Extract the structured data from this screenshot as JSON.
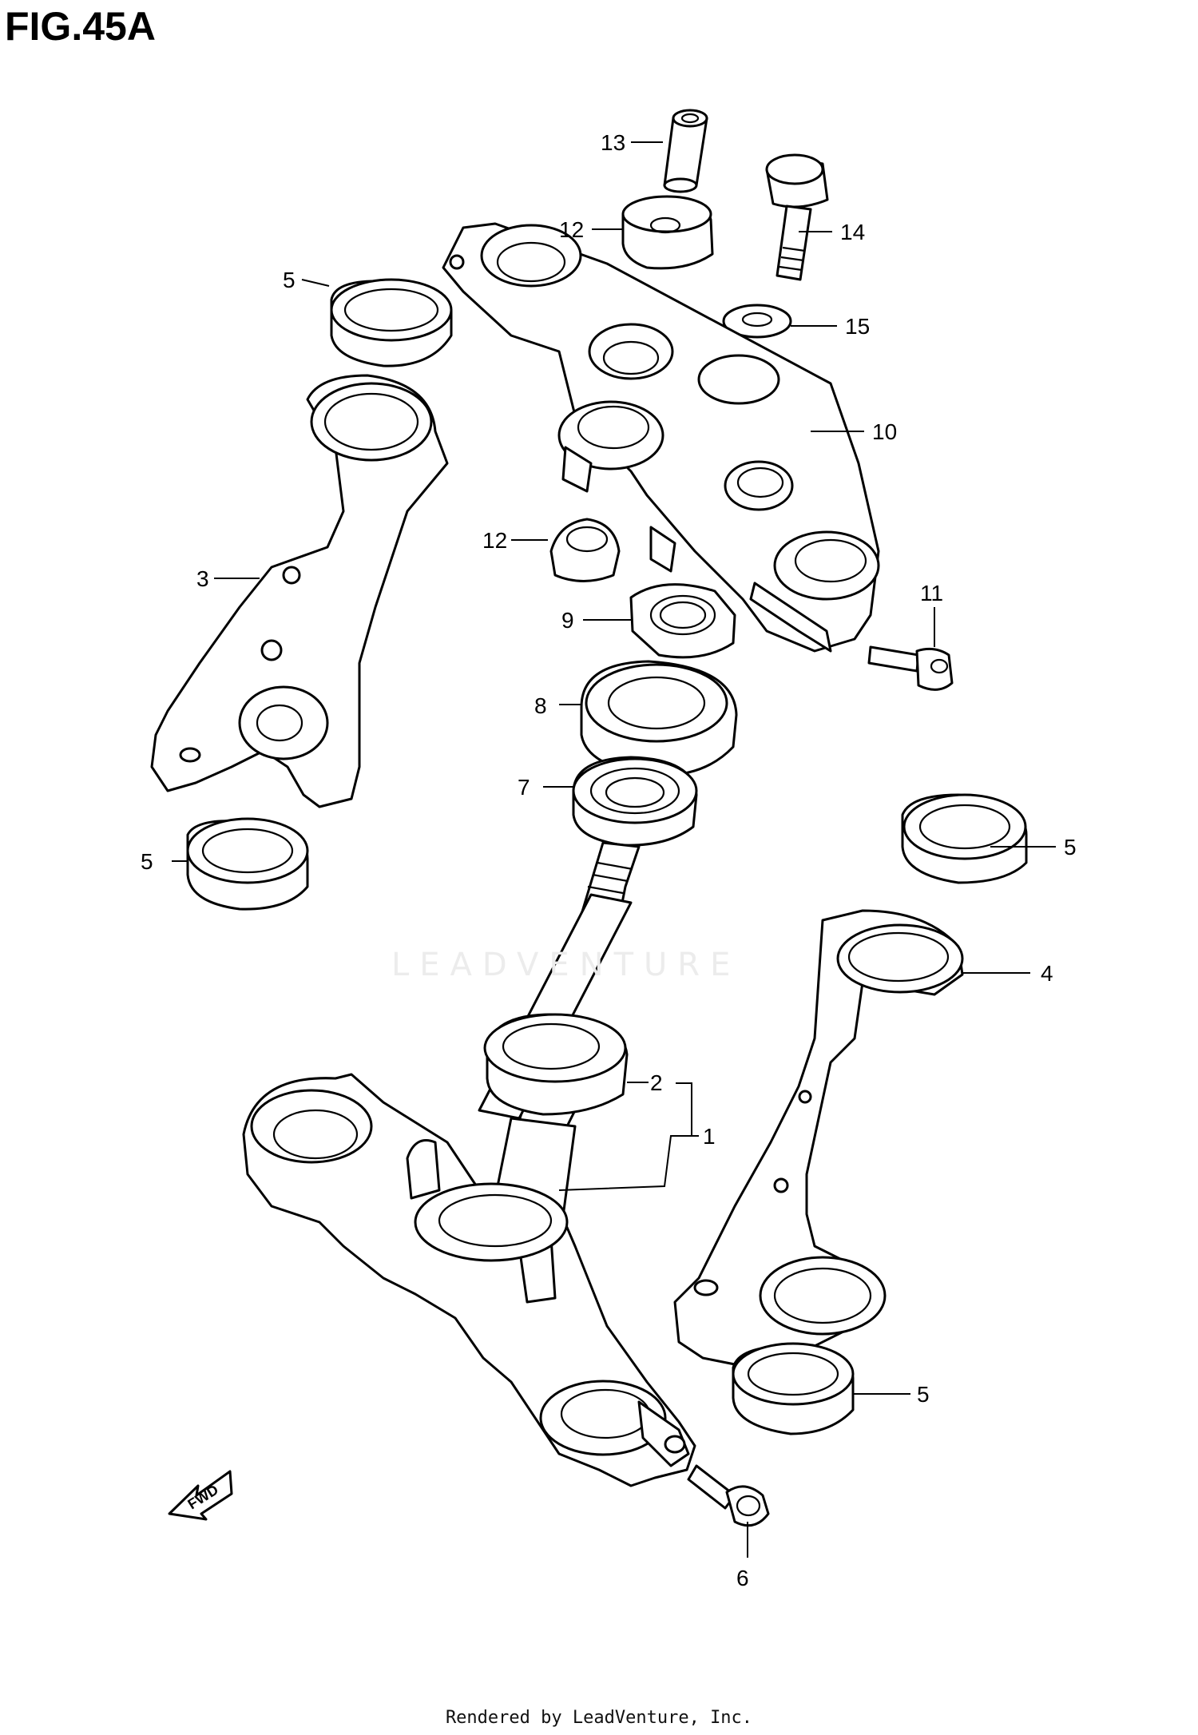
{
  "figure": {
    "title": "FIG.45A"
  },
  "watermark": "LEADVENTURE",
  "footer": "Rendered by LeadVenture, Inc.",
  "fwd_label": "FWD",
  "callouts": {
    "c1": "1",
    "c2": "2",
    "c3": "3",
    "c4": "4",
    "c5a": "5",
    "c5b": "5",
    "c5c": "5",
    "c5d": "5",
    "c6": "6",
    "c7": "7",
    "c8": "8",
    "c9": "9",
    "c10": "10",
    "c11": "11",
    "c12a": "12",
    "c12b": "12",
    "c13": "13",
    "c14": "14",
    "c15": "15"
  }
}
